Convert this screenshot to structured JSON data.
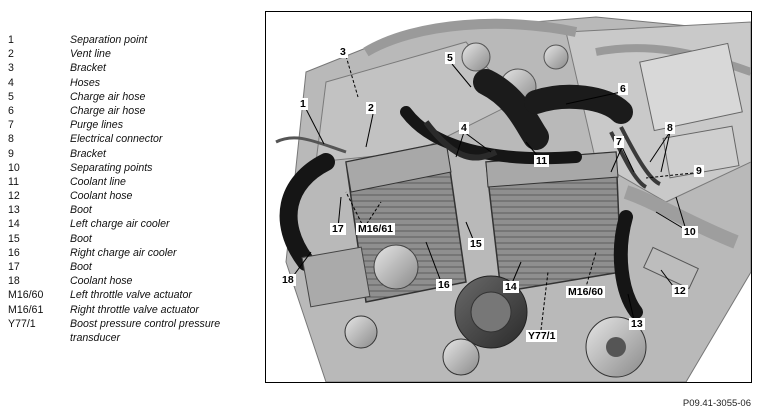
{
  "legend": [
    {
      "code": "1",
      "desc": "Separation point"
    },
    {
      "code": "2",
      "desc": "Vent line"
    },
    {
      "code": "3",
      "desc": "Bracket"
    },
    {
      "code": "4",
      "desc": "Hoses"
    },
    {
      "code": "5",
      "desc": "Charge air hose"
    },
    {
      "code": "6",
      "desc": "Charge air hose"
    },
    {
      "code": "7",
      "desc": "Purge lines"
    },
    {
      "code": "8",
      "desc": "Electrical connector"
    },
    {
      "code": "9",
      "desc": "Bracket"
    },
    {
      "code": "10",
      "desc": "Separating points"
    },
    {
      "code": "11",
      "desc": "Coolant line"
    },
    {
      "code": "12",
      "desc": "Coolant hose"
    },
    {
      "code": "13",
      "desc": "Boot"
    },
    {
      "code": "14",
      "desc": "Left charge air cooler"
    },
    {
      "code": "15",
      "desc": "Boot"
    },
    {
      "code": "16",
      "desc": "Right charge air cooler"
    },
    {
      "code": "17",
      "desc": "Boot"
    },
    {
      "code": "18",
      "desc": "Coolant hose"
    },
    {
      "code": "M16/60",
      "desc": "Left throttle valve actuator"
    },
    {
      "code": "M16/61",
      "desc": "Right throttle valve actuator"
    },
    {
      "code": "Y77/1",
      "desc": "Boost pressure control pressure"
    },
    {
      "code": "",
      "desc": "transducer"
    }
  ],
  "callouts": {
    "c1": "1",
    "c2": "2",
    "c3": "3",
    "c4": "4",
    "c5": "5",
    "c6": "6",
    "c7": "7",
    "c8": "8",
    "c9": "9",
    "c10": "10",
    "c11": "11",
    "c12": "12",
    "c13": "13",
    "c14": "14",
    "c15": "15",
    "c16": "16",
    "c17": "17",
    "c18": "18",
    "m1661": "M16/61",
    "m1660": "M16/60",
    "y771": "Y77/1"
  },
  "figure_ref": "P09.41-3055-06"
}
